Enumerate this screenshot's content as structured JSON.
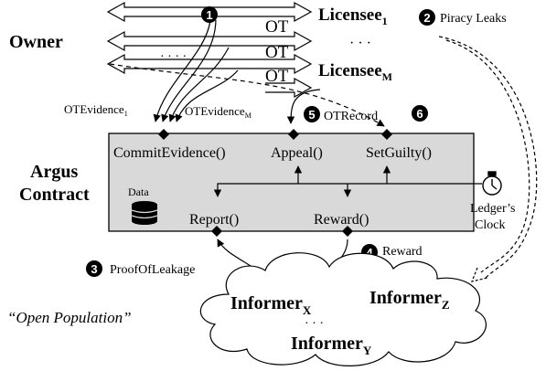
{
  "owner": "Owner",
  "licensee_1": {
    "base": "Licensee",
    "sub": "1"
  },
  "licensee_m": {
    "base": "Licensee",
    "sub": "M"
  },
  "ot_labels": [
    "OT",
    "OT",
    "OT"
  ],
  "dots": {
    "owner_arrows": "· · · ·",
    "licensees": "· · ·",
    "informers": "· · ·"
  },
  "steps": [
    {
      "num": "1",
      "label": ""
    },
    {
      "num": "2",
      "label": "Piracy Leaks"
    },
    {
      "num": "3",
      "label": "ProofOfLeakage"
    },
    {
      "num": "4",
      "label": "Reward"
    },
    {
      "num": "5",
      "label": "OTRecord"
    },
    {
      "num": "6",
      "label": ""
    }
  ],
  "ot_evidence_1": {
    "base": "OTEvidence",
    "sub": "1"
  },
  "ot_evidence_m": {
    "base": "OTEvidence",
    "sub": "M"
  },
  "contract": {
    "title_line1": "Argus",
    "title_line2": "Contract",
    "functions": {
      "commit": "CommitEvidence()",
      "appeal": "Appeal()",
      "setguilty": "SetGuilty()",
      "report": "Report()",
      "reward": "Reward()"
    },
    "data_label": "Data"
  },
  "clock": {
    "line1": "Ledger’s",
    "line2": "Clock"
  },
  "population": "“Open Population”",
  "informers": {
    "x": {
      "base": "Informer",
      "sub": "X"
    },
    "y": {
      "base": "Informer",
      "sub": "Y"
    },
    "z": {
      "base": "Informer",
      "sub": "Z"
    }
  }
}
